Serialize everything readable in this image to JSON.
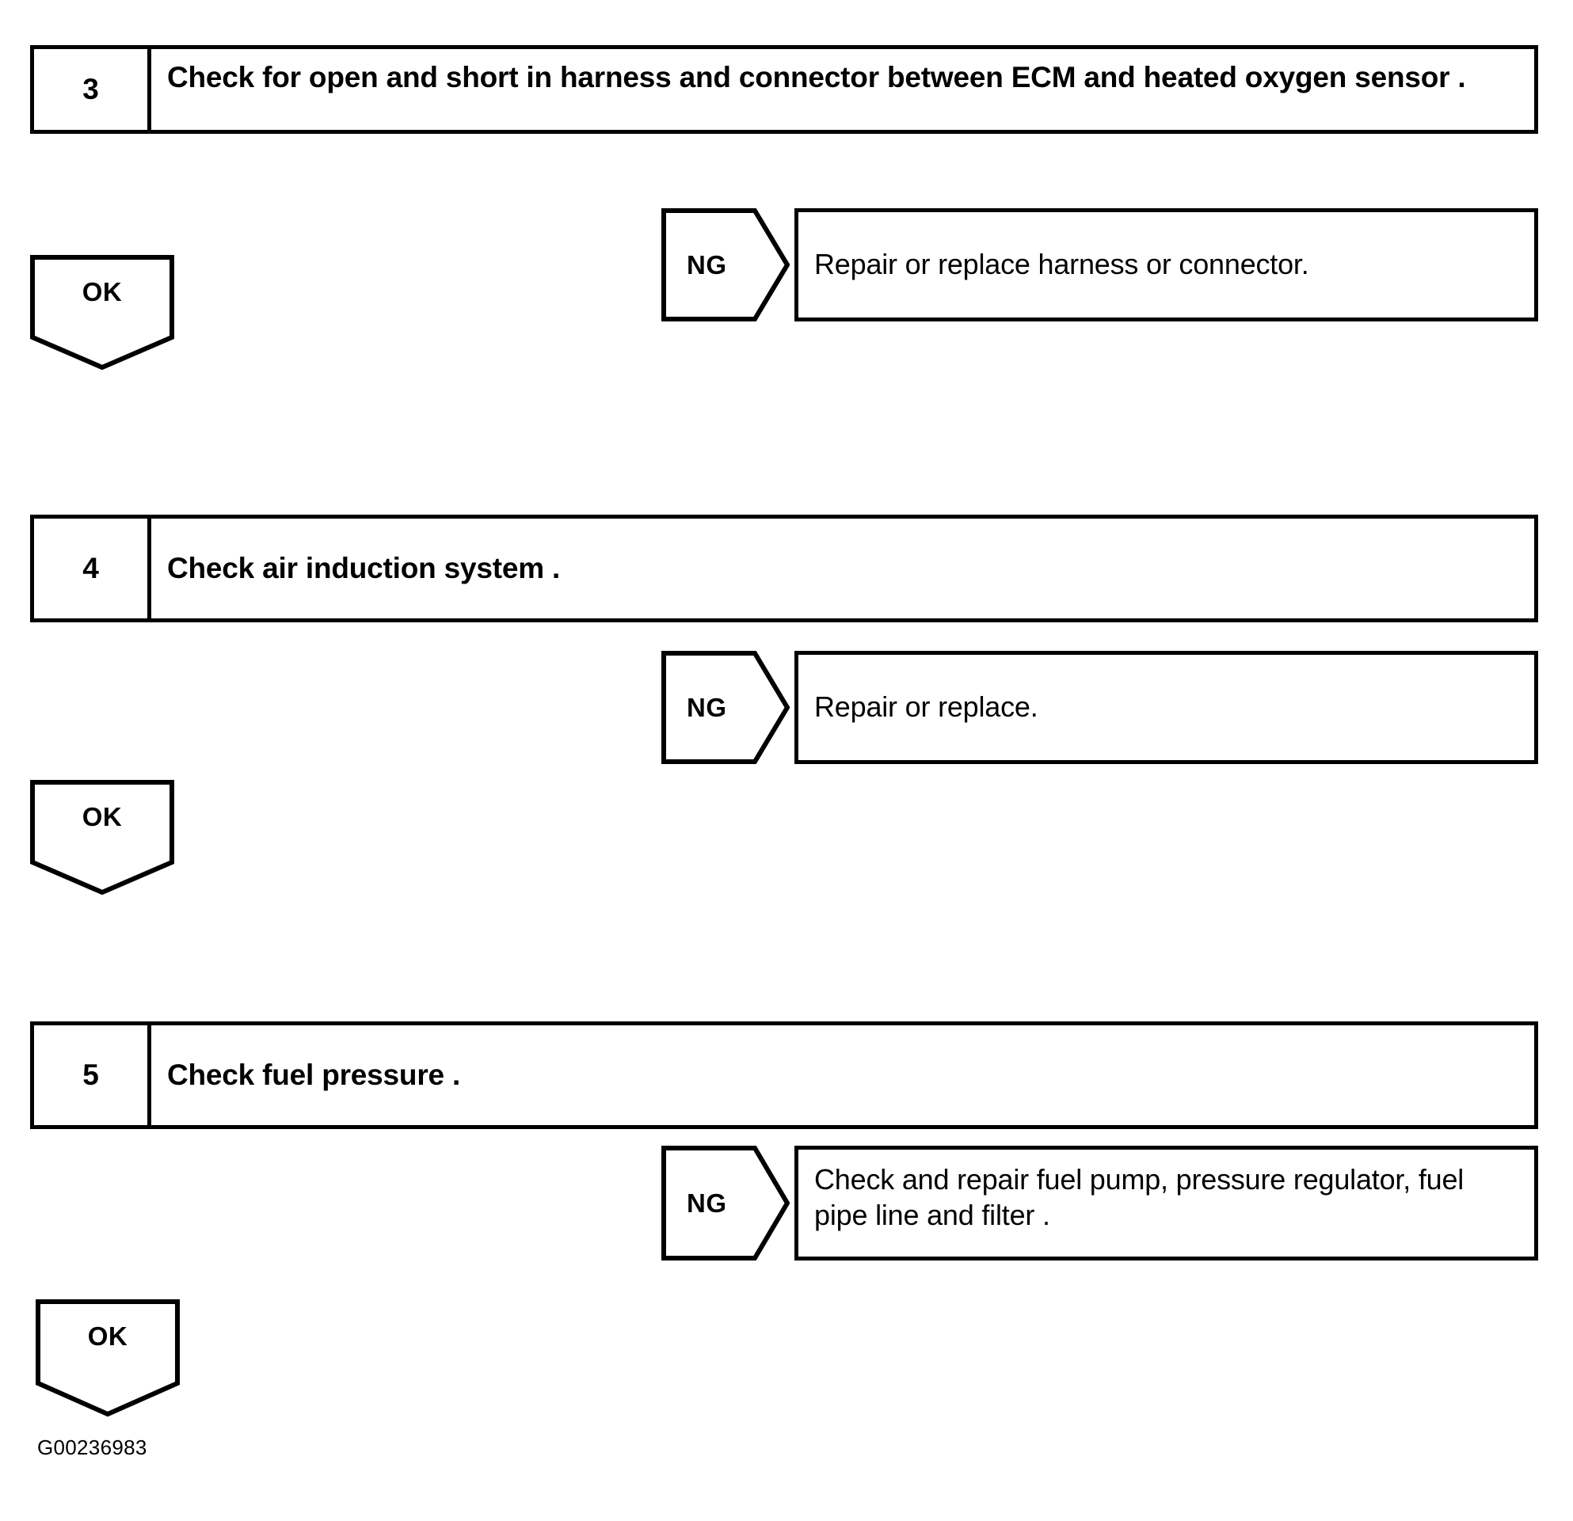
{
  "figure": {
    "id_label": "G00236983",
    "ink_color": "#000000",
    "background_color": "#ffffff"
  },
  "steps": [
    {
      "number": "3",
      "text": "Check for open and short in harness and connector between ECM and heated oxygen sensor .",
      "branch": {
        "tag": "NG",
        "result": "Repair or replace harness or connector."
      },
      "pass": {
        "tag": "OK"
      }
    },
    {
      "number": "4",
      "text": "Check air induction system .",
      "branch": {
        "tag": "NG",
        "result": "Repair or replace."
      },
      "pass": {
        "tag": "OK"
      }
    },
    {
      "number": "5",
      "text": "Check fuel pressure .",
      "branch": {
        "tag": "NG",
        "result": "Check and repair fuel pump, pressure regulator, fuel pipe line and filter ."
      },
      "pass": {
        "tag": "OK"
      }
    }
  ]
}
